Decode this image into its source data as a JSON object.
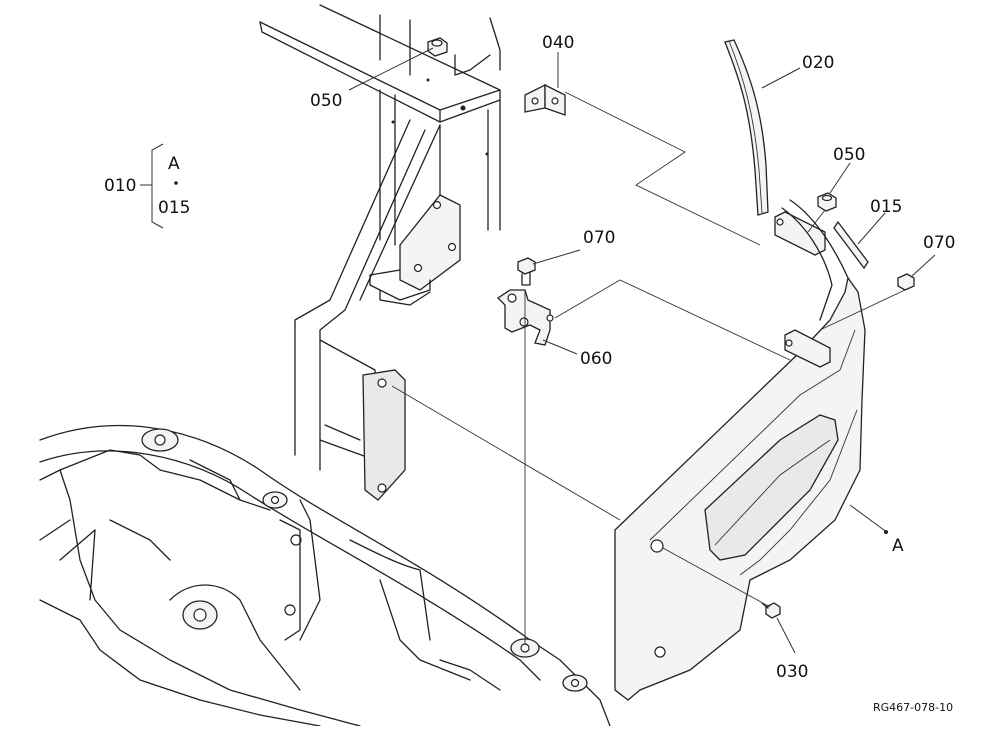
{
  "diagram": {
    "callouts": {
      "p010": "010",
      "p015_bracket": "015",
      "ref_a_bracket": "A",
      "p020": "020",
      "p030": "030",
      "p040": "040",
      "p050_left": "050",
      "p050_right": "050",
      "p015_right": "015",
      "p060": "060",
      "p070_center": "070",
      "p070_right": "070",
      "ref_a_right": "A"
    },
    "drawing_code": "RG467-078-10"
  }
}
